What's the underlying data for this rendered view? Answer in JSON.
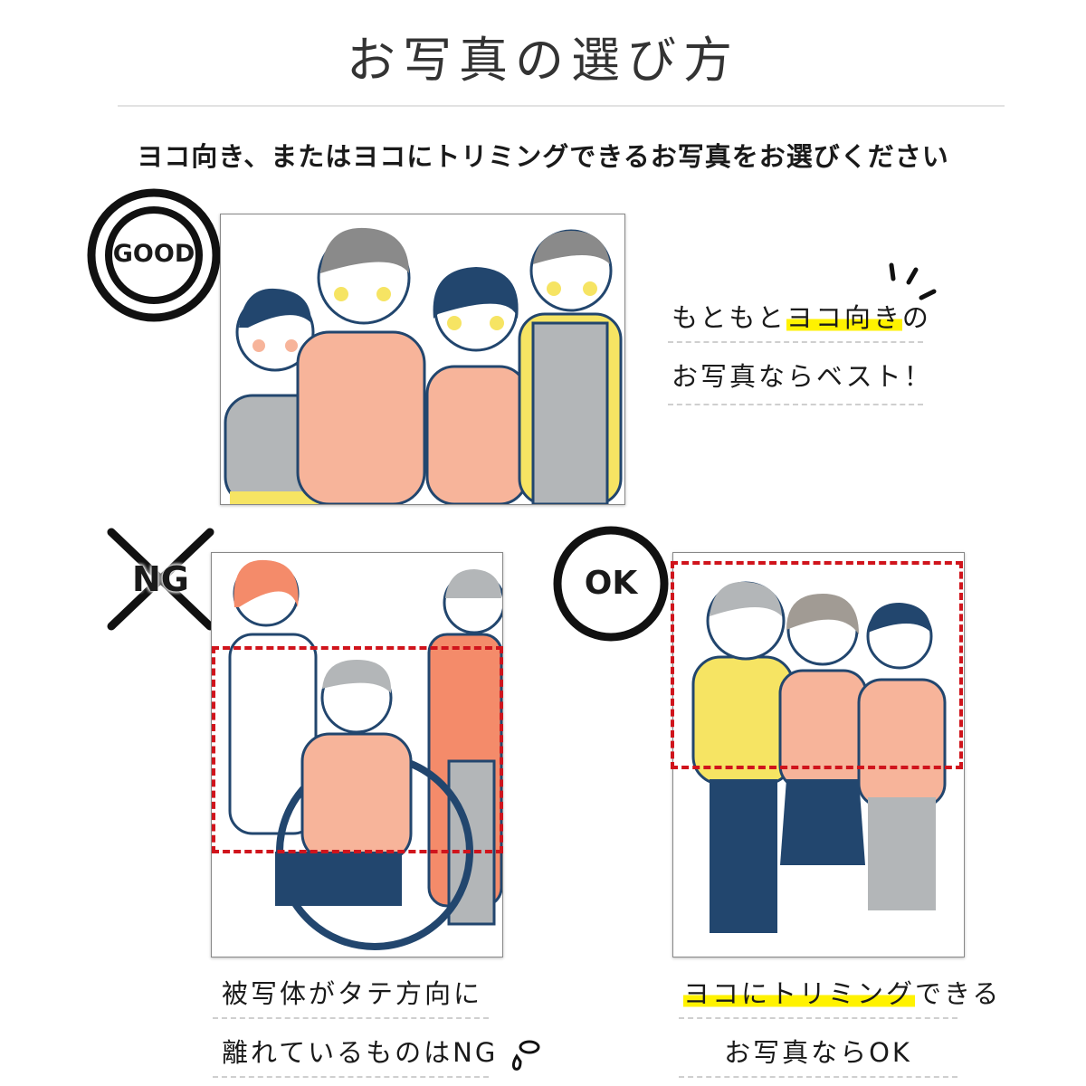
{
  "header": {
    "title": "お写真の選び方",
    "subtitle": "ヨコ向き、またはヨコにトリミングできるお写真をお選びください"
  },
  "good": {
    "badge": "GOOD",
    "line1_plain": "もともと",
    "line1_highlight": "ヨコ向き",
    "line1_end": "の",
    "line2": "お写真ならベスト！"
  },
  "ng": {
    "badge": "NG",
    "line1": "被写体がタテ方向に",
    "line2": "離れているものはNG"
  },
  "ok": {
    "badge": "OK",
    "line1_highlight": "ヨコにトリミング",
    "line1_end": "できる",
    "line2": "お写真ならOK"
  },
  "colors": {
    "crop_frame": "#d0141c",
    "highlight": "#fff200",
    "skin": "#f7b49a",
    "navy": "#22466e",
    "gray": "#b3b6b8",
    "yellow": "#f6e463"
  }
}
